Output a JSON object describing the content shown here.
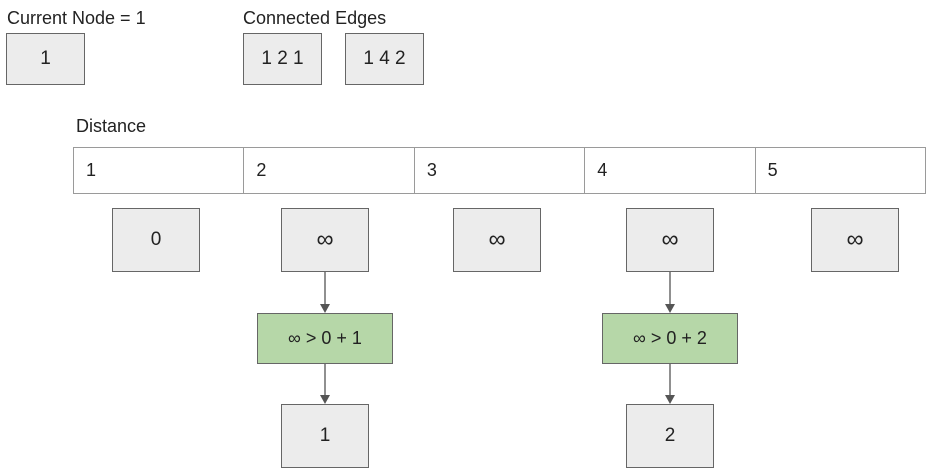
{
  "current_node": {
    "label": "Current Node = 1",
    "value": "1"
  },
  "connected_edges": {
    "label": "Connected Edges",
    "edges": [
      "1 2 1",
      "1 4 2"
    ]
  },
  "distance": {
    "label": "Distance",
    "nodes": [
      "1",
      "2",
      "3",
      "4",
      "5"
    ],
    "values": [
      "0",
      "∞",
      "∞",
      "∞",
      "∞"
    ]
  },
  "updates": [
    {
      "comparison": "∞ > 0 + 1",
      "result": "1"
    },
    {
      "comparison": "∞ > 0 + 2",
      "result": "2"
    }
  ],
  "colors": {
    "box_fill": "#ececec",
    "comparison_fill": "#b6d7a8",
    "border": "#666666",
    "arrow": "#555555"
  }
}
